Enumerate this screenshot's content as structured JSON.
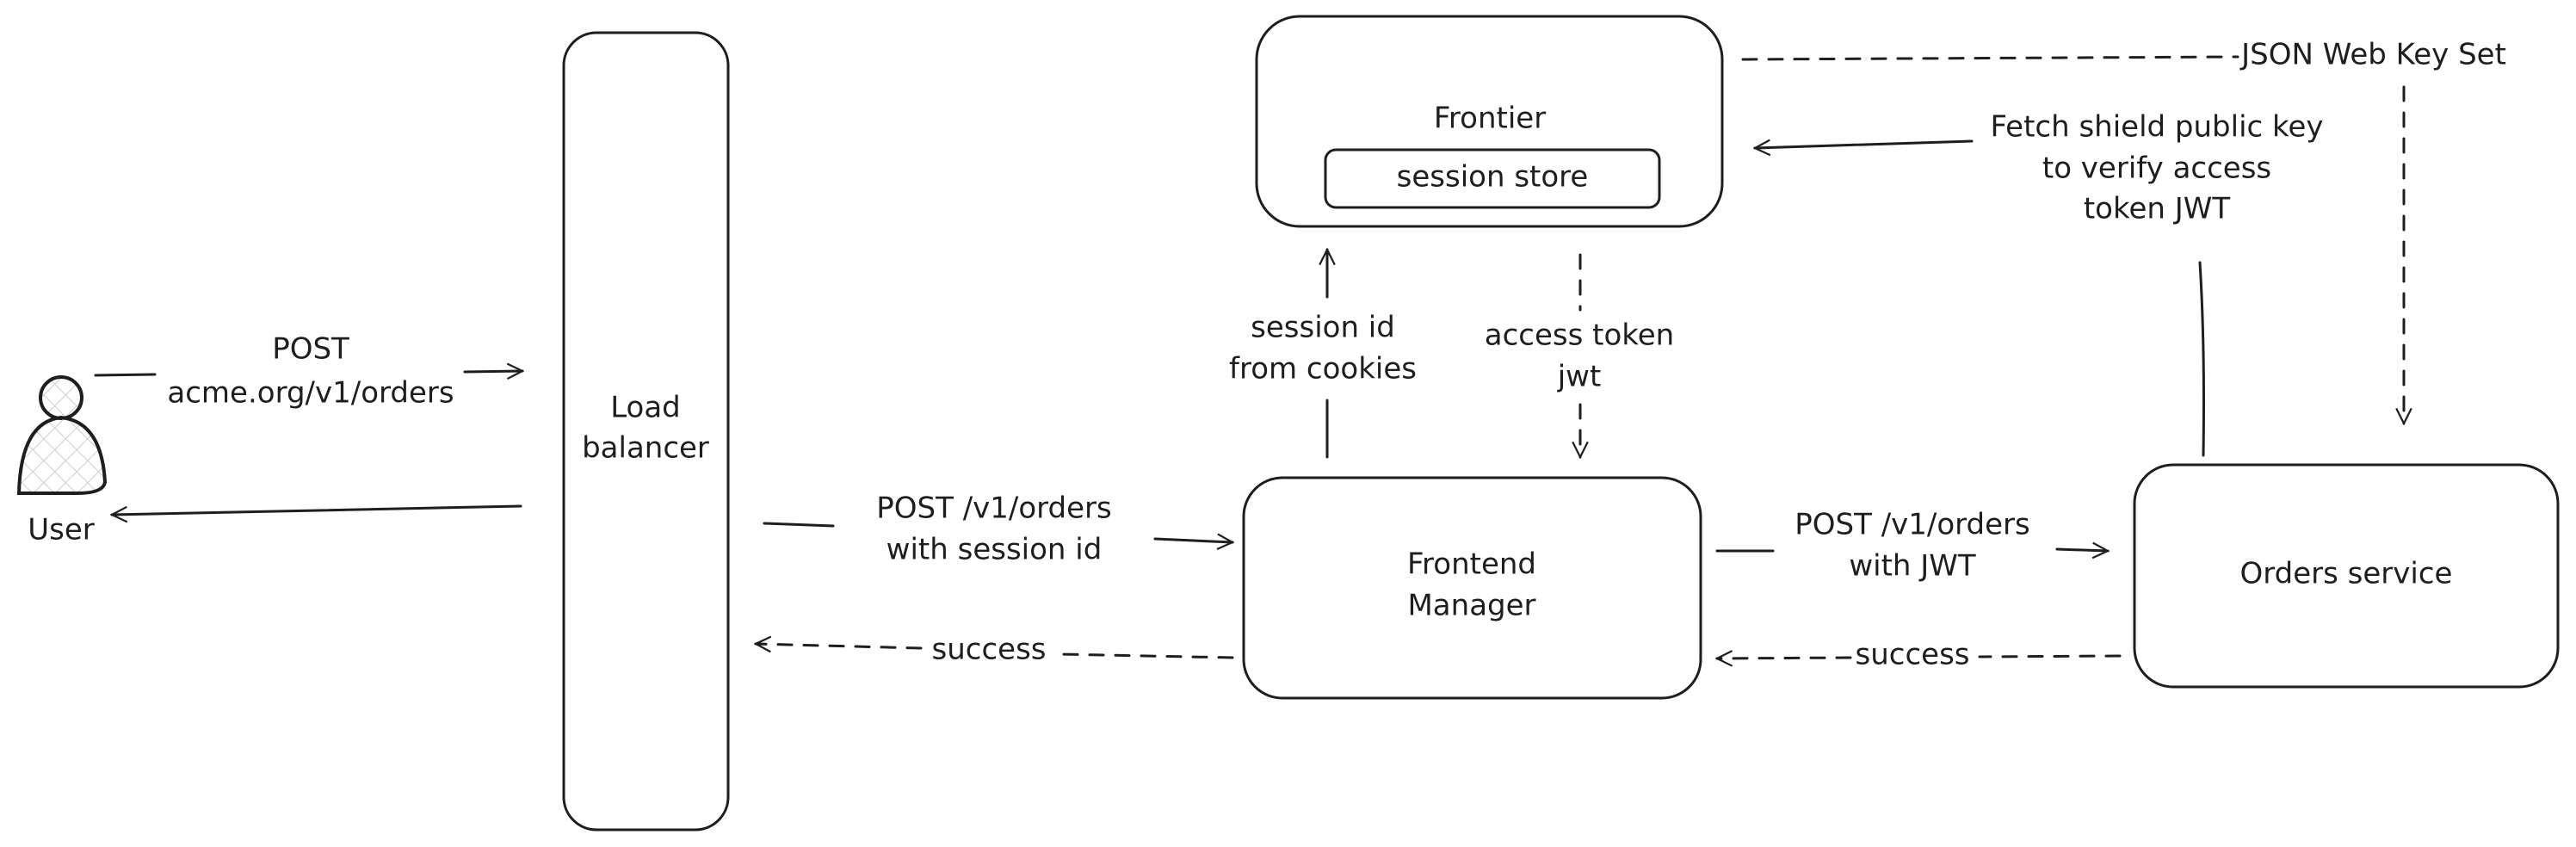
{
  "nodes": {
    "user": "User",
    "load_balancer": [
      "Load",
      "balancer"
    ],
    "frontier": "Frontier",
    "session_store": "session store",
    "frontend_manager": [
      "Frontend",
      "Manager"
    ],
    "orders_service": "Orders service"
  },
  "edges": {
    "user_to_lb": [
      "POST",
      "acme.org/v1/orders"
    ],
    "lb_to_fm": [
      "POST /v1/orders",
      "with session id"
    ],
    "fm_to_lb": "success",
    "fm_to_frontier": [
      "session id",
      "from cookies"
    ],
    "frontier_to_fm": [
      "access token",
      "jwt"
    ],
    "fm_to_orders": [
      "POST /v1/orders",
      "with JWT"
    ],
    "orders_to_fm": "success",
    "orders_to_frontier": [
      "Fetch shield public key",
      "to verify access",
      "token JWT"
    ],
    "jwks": "JSON Web Key Set"
  },
  "colors": {
    "stroke": "#1e1e1e",
    "hatch": "#c9ced6"
  }
}
